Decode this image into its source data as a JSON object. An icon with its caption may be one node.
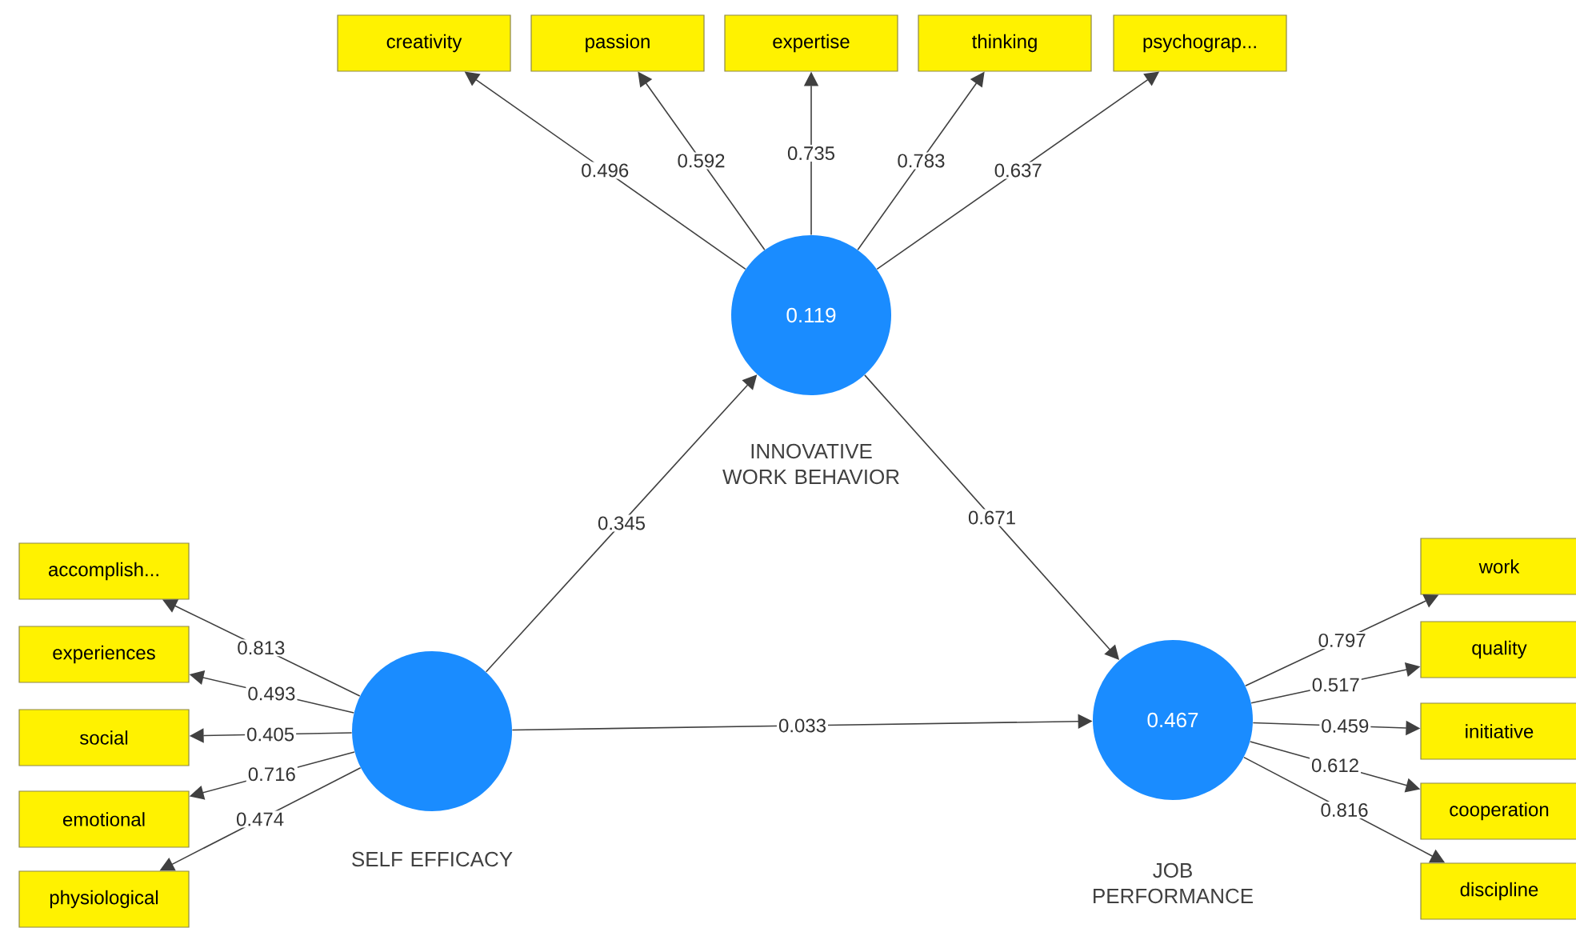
{
  "diagram": {
    "nodes": [
      {
        "text": [
          "creativity"
        ]
      },
      {
        "text": [
          "passion"
        ]
      },
      {
        "text": [
          "expertise"
        ]
      },
      {
        "text": [
          "thinking"
        ]
      },
      {
        "text": [
          "psychograp..."
        ]
      },
      {
        "text": [
          "0.119"
        ],
        "beside": [
          "INNOVATIVE WORK BEHAVIOR"
        ]
      },
      {
        "text": [
          "accomplish..."
        ]
      },
      {
        "text": [
          "experiences"
        ]
      },
      {
        "text": [
          "social"
        ]
      },
      {
        "text": [
          "emotional"
        ]
      },
      {
        "text": [
          "physiological"
        ]
      },
      {
        "text": [],
        "shape": "circle",
        "beside": [
          "SELF EFFICACY"
        ]
      },
      {
        "text": [
          "0.467"
        ],
        "beside": [
          "JOB PERFORMANCE"
        ]
      },
      {
        "text": [
          "work"
        ]
      },
      {
        "text": [
          "quality"
        ]
      },
      {
        "text": [
          "initiative"
        ]
      },
      {
        "text": [
          "cooperation"
        ]
      },
      {
        "text": [
          "discipline"
        ]
      }
    ],
    "edges": [
      {
        "from": 5,
        "to": 0,
        "arrow": "to",
        "label": "0.496"
      },
      {
        "from": 5,
        "to": 1,
        "arrow": "to",
        "label": "0.592"
      },
      {
        "from": 5,
        "to": 2,
        "arrow": "to",
        "label": "0.735"
      },
      {
        "from": 5,
        "to": 3,
        "arrow": "to",
        "label": "0.783"
      },
      {
        "from": 5,
        "to": 4,
        "arrow": "to",
        "label": "0.637"
      },
      {
        "from": 11,
        "to": 6,
        "arrow": "to",
        "label": "0.813"
      },
      {
        "from": 11,
        "to": 7,
        "arrow": "to",
        "label": "0.493"
      },
      {
        "from": 11,
        "to": 8,
        "arrow": "to",
        "label": "0.405"
      },
      {
        "from": 11,
        "to": 9,
        "arrow": "to",
        "label": "0.716"
      },
      {
        "from": 11,
        "to": 10,
        "arrow": "to",
        "label": "0.474"
      },
      {
        "from": 12,
        "to": 13,
        "arrow": "to",
        "label": "0.797"
      },
      {
        "from": 12,
        "to": 14,
        "arrow": "to",
        "label": "0.517"
      },
      {
        "from": 12,
        "to": 15,
        "arrow": "to",
        "label": "0.459"
      },
      {
        "from": 12,
        "to": 16,
        "arrow": "to",
        "label": "0.612"
      },
      {
        "from": 12,
        "to": 17,
        "arrow": "to",
        "label": "0.816"
      },
      {
        "from": 11,
        "to": 5,
        "arrow": "to",
        "label": "0.345"
      },
      {
        "from": 5,
        "to": 12,
        "arrow": "to",
        "label": "0.671"
      },
      {
        "from": 11,
        "to": 12,
        "arrow": "to",
        "label": "0.033"
      }
    ]
  }
}
